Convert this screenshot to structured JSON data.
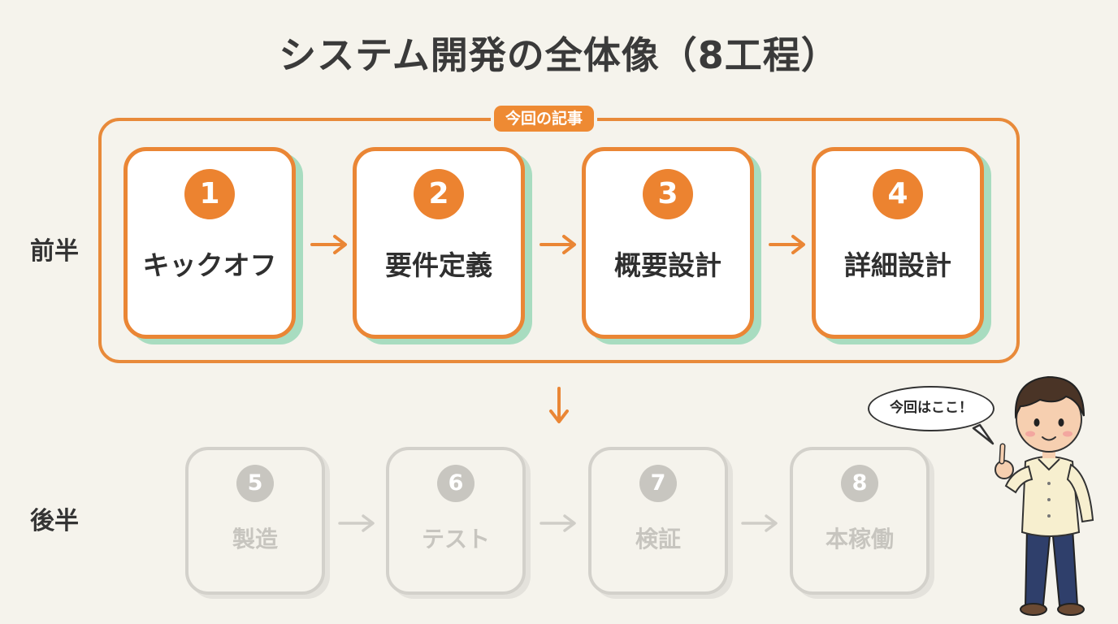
{
  "title": "システム開発の全体像（8工程）",
  "frame_label": "今回の記事",
  "rows": {
    "first_half": "前半",
    "second_half": "後半"
  },
  "top_steps": [
    {
      "number": "1",
      "label": "キックオフ"
    },
    {
      "number": "2",
      "label": "要件定義"
    },
    {
      "number": "3",
      "label": "概要設計"
    },
    {
      "number": "4",
      "label": "詳細設計"
    }
  ],
  "bottom_steps": [
    {
      "number": "5",
      "label": "製造"
    },
    {
      "number": "6",
      "label": "テスト"
    },
    {
      "number": "7",
      "label": "検証"
    },
    {
      "number": "8",
      "label": "本稼働"
    }
  ],
  "speech_bubble": "今回はここ！",
  "colors": {
    "accent_orange": "#ec8330",
    "shadow_green": "#a8dcc0",
    "inactive_gray": "#c8c6c0",
    "background": "#f5f3ec"
  }
}
